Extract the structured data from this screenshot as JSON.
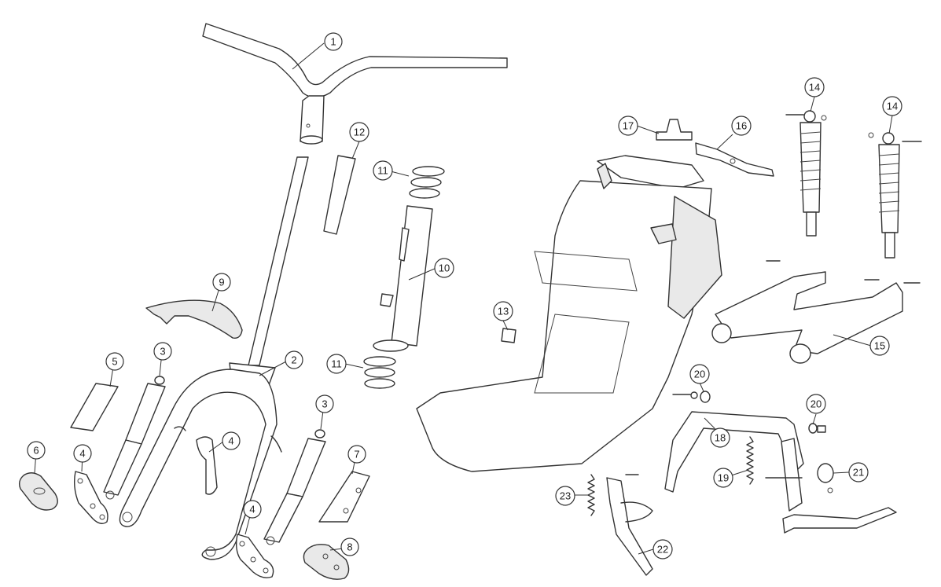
{
  "callouts": [
    {
      "id": "c1",
      "label": "1"
    },
    {
      "id": "c2",
      "label": "2"
    },
    {
      "id": "c3a",
      "label": "3"
    },
    {
      "id": "c3b",
      "label": "3"
    },
    {
      "id": "c4a",
      "label": "4"
    },
    {
      "id": "c4b",
      "label": "4"
    },
    {
      "id": "c4c",
      "label": "4"
    },
    {
      "id": "c5",
      "label": "5"
    },
    {
      "id": "c6",
      "label": "6"
    },
    {
      "id": "c7",
      "label": "7"
    },
    {
      "id": "c8",
      "label": "8"
    },
    {
      "id": "c9",
      "label": "9"
    },
    {
      "id": "c10",
      "label": "10"
    },
    {
      "id": "c11a",
      "label": "11"
    },
    {
      "id": "c11b",
      "label": "11"
    },
    {
      "id": "c12",
      "label": "12"
    },
    {
      "id": "c13",
      "label": "13"
    },
    {
      "id": "c14a",
      "label": "14"
    },
    {
      "id": "c14b",
      "label": "14"
    },
    {
      "id": "c15",
      "label": "15"
    },
    {
      "id": "c16",
      "label": "16"
    },
    {
      "id": "c17",
      "label": "17"
    },
    {
      "id": "c18",
      "label": "18"
    },
    {
      "id": "c19",
      "label": "19"
    },
    {
      "id": "c20a",
      "label": "20"
    },
    {
      "id": "c20b",
      "label": "20"
    },
    {
      "id": "c21",
      "label": "21"
    },
    {
      "id": "c22",
      "label": "22"
    },
    {
      "id": "c23",
      "label": "23"
    }
  ]
}
